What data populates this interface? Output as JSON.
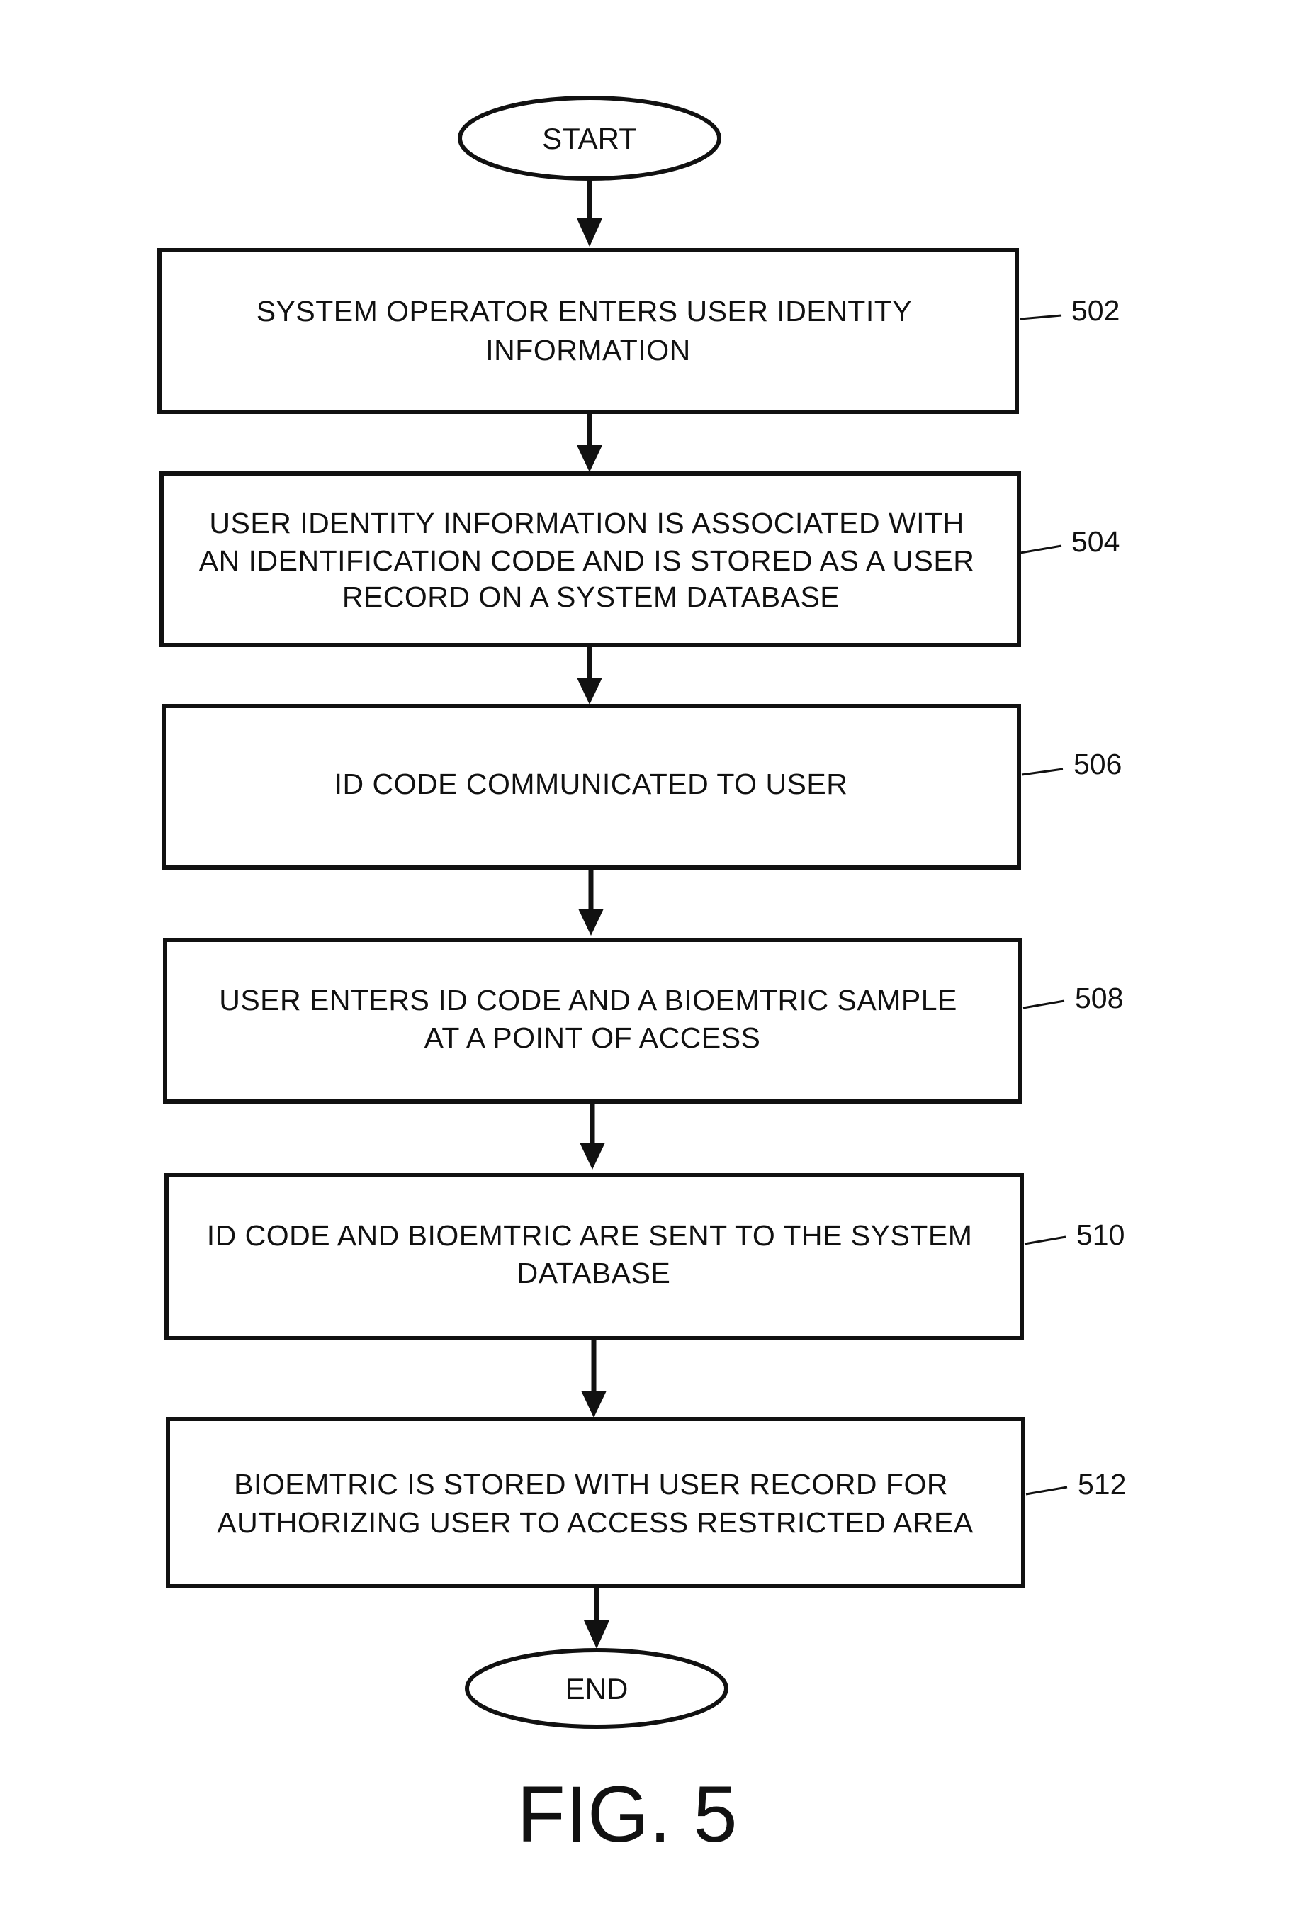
{
  "flowchart": {
    "start": "START",
    "end": "END",
    "steps": [
      {
        "ref": "502",
        "lines": [
          "SYSTEM OPERATOR ENTERS USER IDENTITY",
          "INFORMATION"
        ]
      },
      {
        "ref": "504",
        "lines": [
          "USER IDENTITY INFORMATION IS ASSOCIATED WITH",
          "AN IDENTIFICATION CODE AND IS STORED AS A USER",
          "RECORD ON A SYSTEM DATABASE"
        ]
      },
      {
        "ref": "506",
        "lines": [
          "ID CODE COMMUNICATED TO USER"
        ]
      },
      {
        "ref": "508",
        "lines": [
          "USER ENTERS ID CODE AND A BIOEMTRIC SAMPLE",
          "AT A POINT OF ACCESS"
        ]
      },
      {
        "ref": "510",
        "lines": [
          "ID CODE AND BIOEMTRIC ARE SENT TO THE SYSTEM",
          "DATABASE"
        ]
      },
      {
        "ref": "512",
        "lines": [
          "BIOEMTRIC IS STORED WITH USER RECORD FOR",
          "AUTHORIZING USER TO ACCESS RESTRICTED AREA"
        ]
      }
    ]
  },
  "figure_label": "FIG. 5"
}
